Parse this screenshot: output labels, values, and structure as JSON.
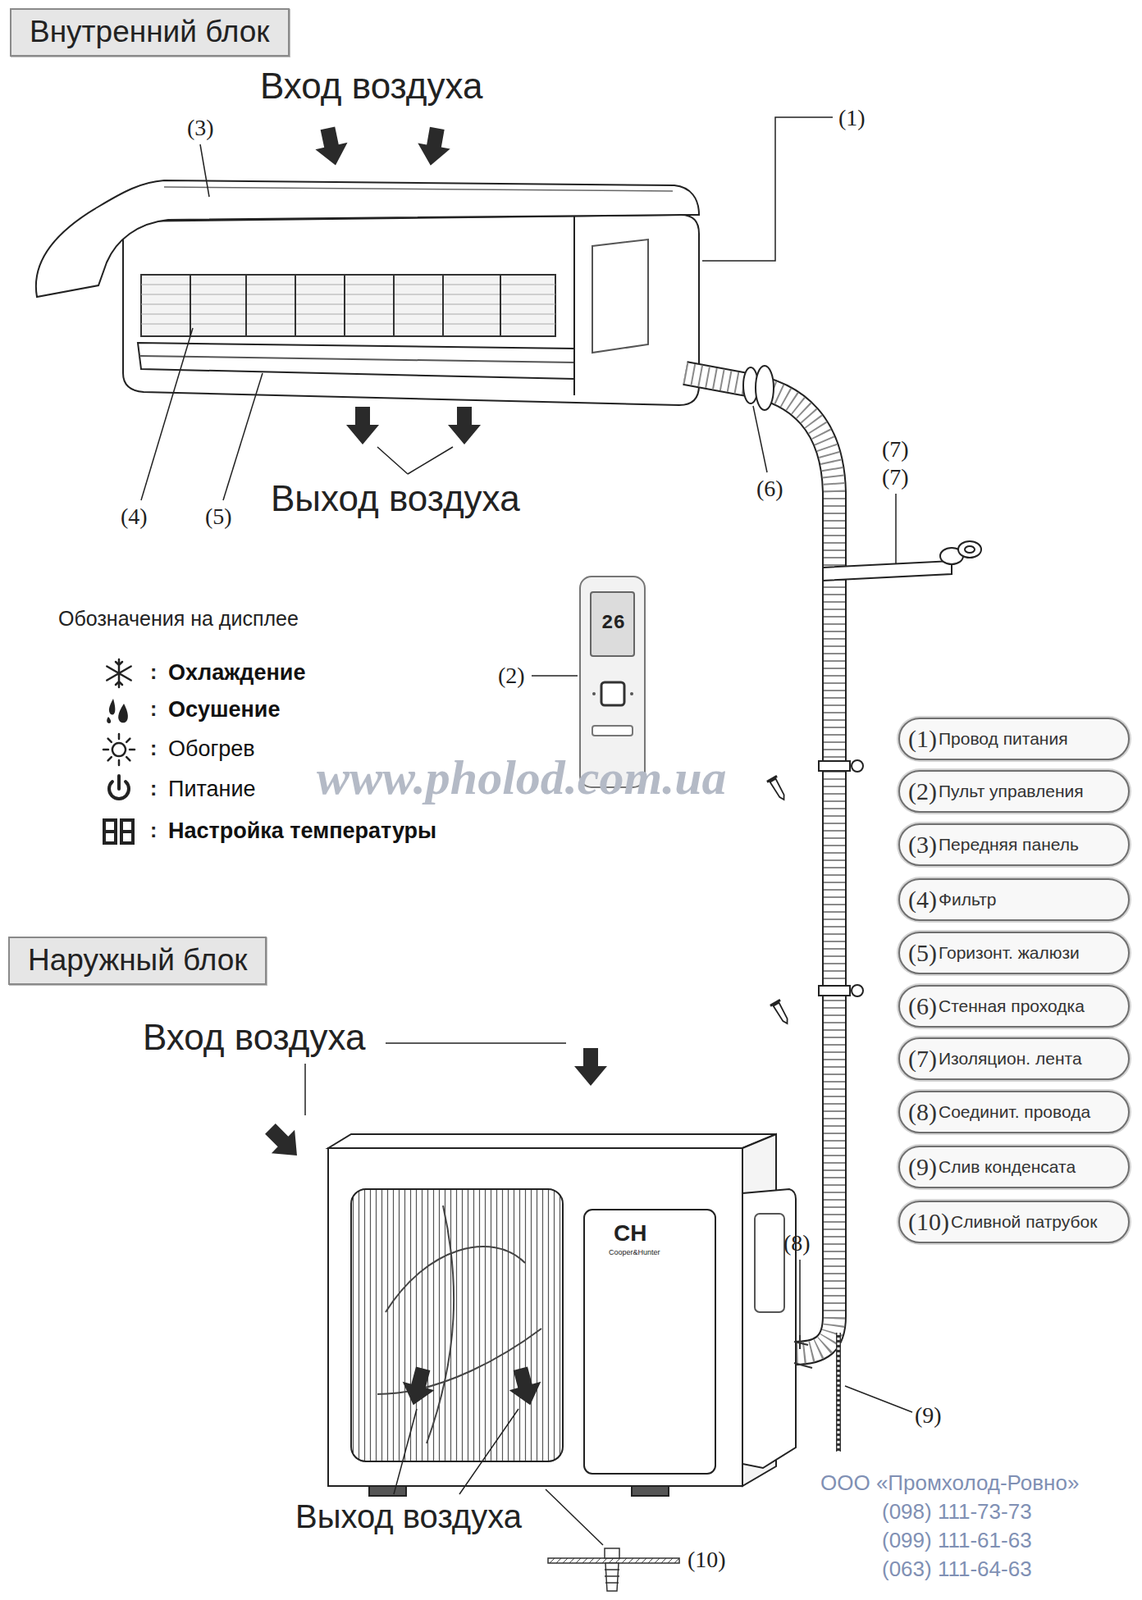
{
  "diagram": {
    "nodes": [
      {
        "text": [
          "Внутренний блок"
        ]
      },
      {
        "text": [
          "(1)",
          "Провод питания"
        ]
      },
      {
        "text": [
          "(2)",
          "Пульт управления"
        ]
      },
      {
        "text": [
          "(3)",
          "Передняя панель"
        ]
      },
      {
        "text": [
          "(4)",
          "Фильтр"
        ]
      },
      {
        "text": [
          "(5)",
          "Горизонт. жалюзи"
        ]
      },
      {
        "text": [
          "(6)",
          "Стенная проходка"
        ]
      },
      {
        "text": [
          "(7)",
          "Изоляцион. лента"
        ]
      },
      {
        "text": [
          "(8)",
          "Соединит. провода"
        ]
      },
      {
        "text": [
          "(9)",
          "Слив конденсата"
        ]
      },
      {
        "text": [
          "(10)",
          "Сливной патрубок"
        ]
      },
      {
        "text": [
          "Наружный блок"
        ]
      }
    ],
    "labels": [
      "Вход воздуха",
      "(3)",
      "(1)",
      "Выход воздуха",
      "(4)",
      "(5)",
      "(6)",
      "(7)",
      "(7)",
      "26",
      "(2)",
      "Обозначения на дисплее",
      "www.pholod.com.ua",
      "Вход воздуха",
      "CH",
      "Cooper&Hunter",
      "(8)",
      "(9)",
      "Выход воздуха",
      "(10)",
      "ООО «Промхолод-Ровно»",
      "(098) 111-73-73",
      "(099) 111-61-63",
      "(063) 111-64-63",
      ":",
      ":",
      ":",
      ":",
      ":"
    ],
    "legend": [
      {
        "text": "Охлаждение"
      },
      {
        "text": "Осушение"
      },
      {
        "text": "Обогрев"
      },
      {
        "text": "Питание"
      },
      {
        "text": "Настройка температуры"
      }
    ]
  }
}
